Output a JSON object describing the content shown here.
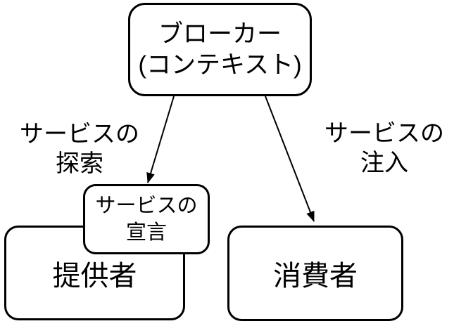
{
  "diagram": {
    "colors": {
      "background": "#ffffff",
      "stroke": "#000000",
      "text": "#000000"
    },
    "nodes": {
      "broker": {
        "line1": "ブローカー",
        "line2": "(コンテキスト)"
      },
      "declaration": {
        "line1": "サービスの",
        "line2": "宣言"
      },
      "provider": {
        "label": "提供者"
      },
      "consumer": {
        "label": "消費者"
      }
    },
    "edge_labels": {
      "discovery": {
        "line1": "サービスの",
        "line2": "探索"
      },
      "injection": {
        "line1": "サービスの",
        "line2": "注入"
      }
    }
  }
}
